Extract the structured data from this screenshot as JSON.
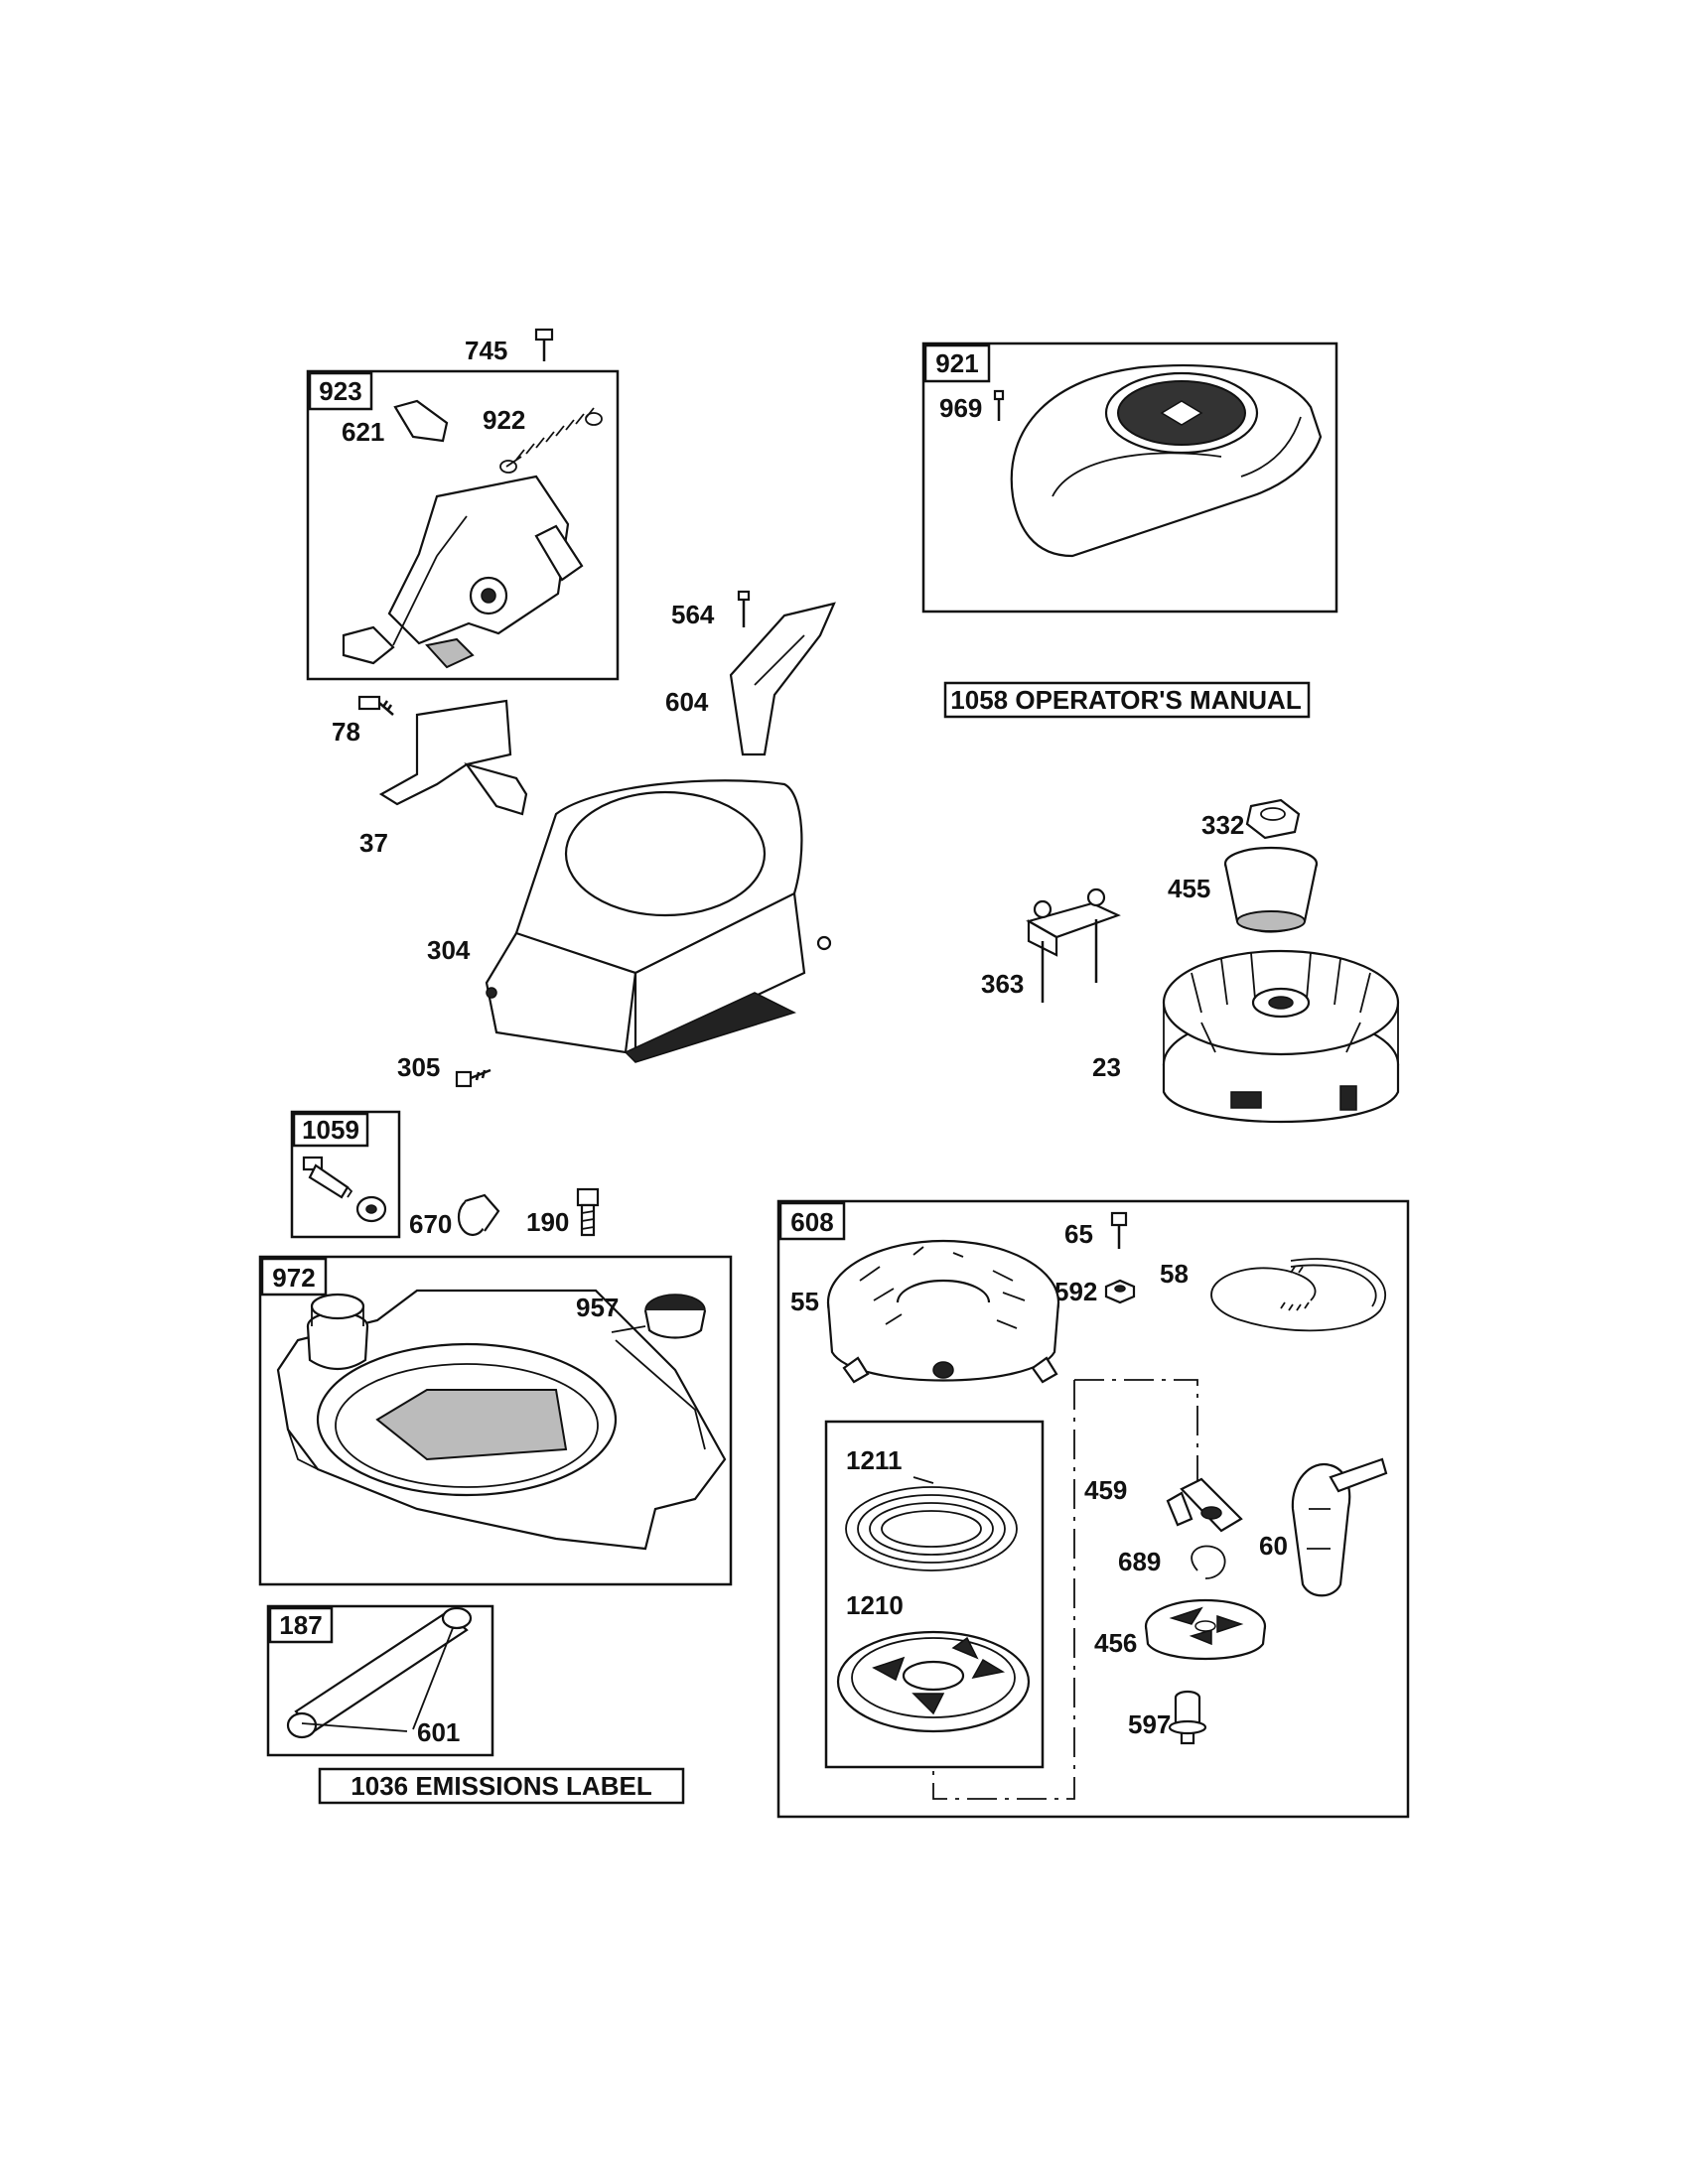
{
  "parts": {
    "p745": "745",
    "p923": "923",
    "p621": "621",
    "p922": "922",
    "p921": "921",
    "p969": "969",
    "p564": "564",
    "p604": "604",
    "p78": "78",
    "p37": "37",
    "p304": "304",
    "p305": "305",
    "p1058": "1058 OPERATOR'S MANUAL",
    "p332": "332",
    "p455": "455",
    "p363": "363",
    "p23": "23",
    "p1059": "1059",
    "p670": "670",
    "p190": "190",
    "p972": "972",
    "p957": "957",
    "p187": "187",
    "p601": "601",
    "p1036": "1036 EMISSIONS LABEL",
    "p608": "608",
    "p65": "65",
    "p592": "592",
    "p58": "58",
    "p55": "55",
    "p1211": "1211",
    "p1210": "1210",
    "p459": "459",
    "p689": "689",
    "p60": "60",
    "p456": "456",
    "p597": "597"
  }
}
